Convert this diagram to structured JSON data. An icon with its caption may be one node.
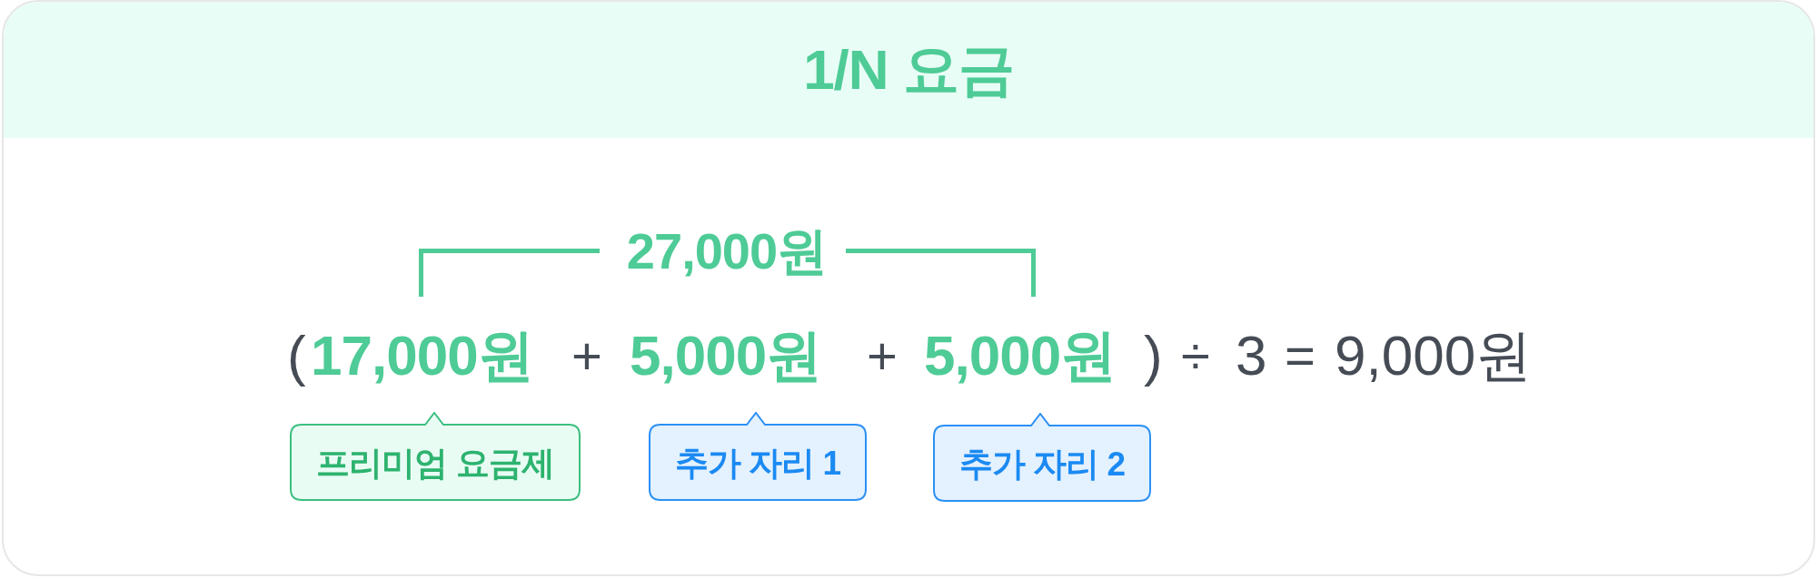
{
  "diagram": {
    "title": "1/N 요금",
    "nodes": [
      {
        "text": [
          "프리미엄 요금제"
        ]
      },
      {
        "text": [
          "추가 자리 1"
        ]
      },
      {
        "text": [
          "추가 자리 2"
        ]
      }
    ],
    "labels": [
      "27,000원",
      "(",
      "17,000원",
      "+",
      "5,000원",
      "+",
      "5,000원",
      ")",
      "÷",
      "3",
      "=",
      "9,000원"
    ]
  }
}
